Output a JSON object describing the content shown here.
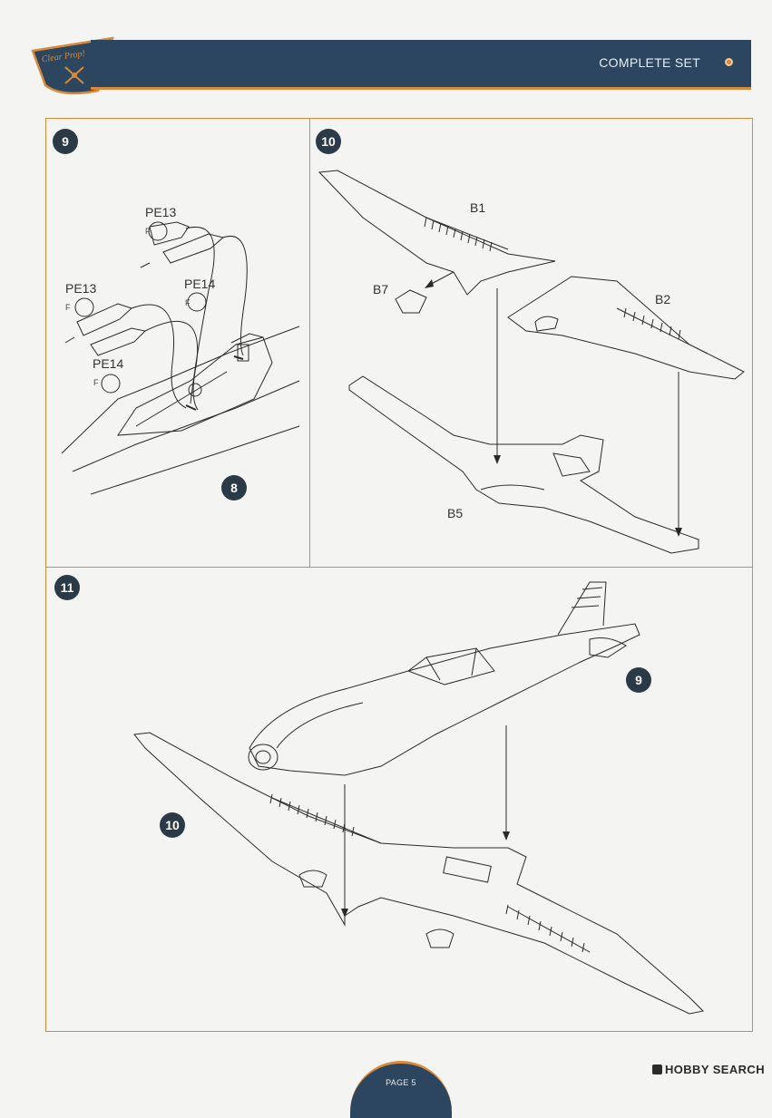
{
  "header": {
    "title": "COMPLETE SET",
    "logo_text": "Clear Prop!"
  },
  "steps": [
    {
      "number": "9",
      "parts": [
        "PE13",
        "PE14",
        "PE13",
        "PE14"
      ],
      "callout": "8",
      "f_mark": "F"
    },
    {
      "number": "10",
      "parts": [
        "B1",
        "B7",
        "B2",
        "B5"
      ]
    },
    {
      "number": "11",
      "callouts": [
        "9",
        "10"
      ]
    }
  ],
  "footer": {
    "page": "PAGE 5"
  },
  "watermark": "HOBBY SEARCH"
}
